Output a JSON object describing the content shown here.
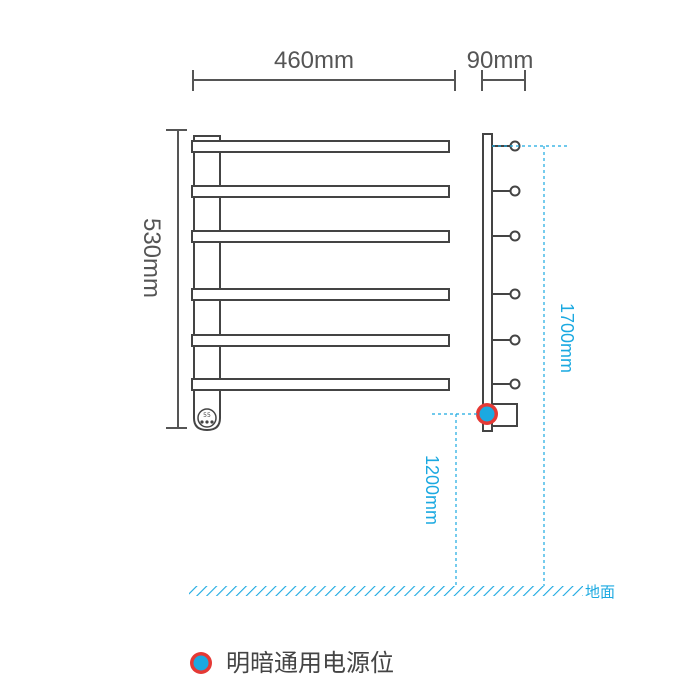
{
  "dimensions": {
    "width": "460mm",
    "depth": "90mm",
    "height": "530mm",
    "mount_height_top": "1700mm",
    "mount_height_power": "1200mm"
  },
  "ground_label": "地面",
  "legend": {
    "label": "明暗通用电源位",
    "marker_fill": "#1ba9e1",
    "marker_ring": "#e53935"
  },
  "control_box_label": "55",
  "colors": {
    "outline": "#444444",
    "accent_blue": "#1ba9e1",
    "dim_line": "#555555"
  }
}
